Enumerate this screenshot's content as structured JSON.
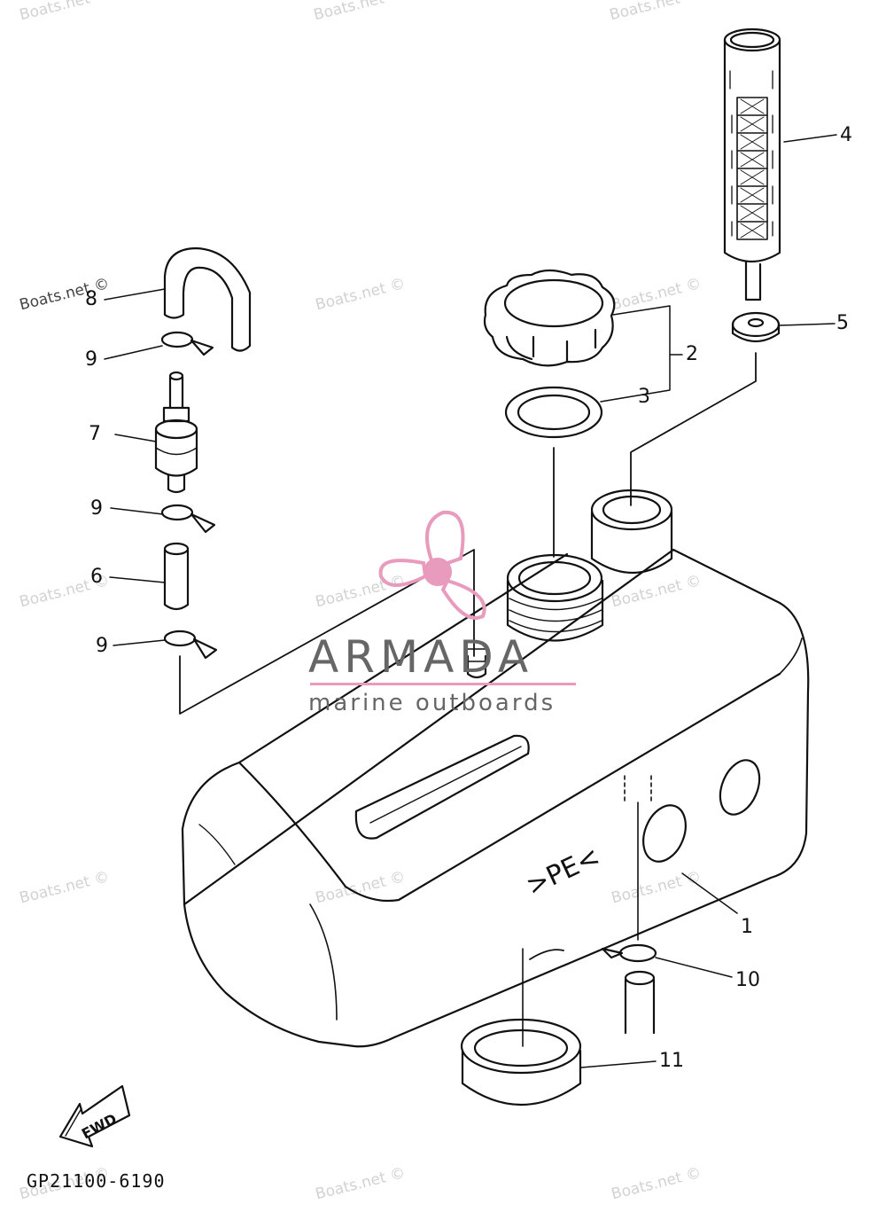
{
  "watermarks": {
    "text": "Boats.net ©",
    "top_left_label": "Boats.net ©"
  },
  "logo": {
    "brand": "ARMADA",
    "tagline": "marine outboards",
    "accent_color": "#e89bbd"
  },
  "diagram_code": "GP21100-6190",
  "fwd_label": "FWD",
  "tank_marking": ">PE<",
  "callouts": {
    "c1": "1",
    "c2": "2",
    "c3": "3",
    "c4": "4",
    "c5": "5",
    "c6": "6",
    "c7": "7",
    "c8": "8",
    "c9a": "9",
    "c9b": "9",
    "c9c": "9",
    "c10": "10",
    "c11": "11"
  }
}
